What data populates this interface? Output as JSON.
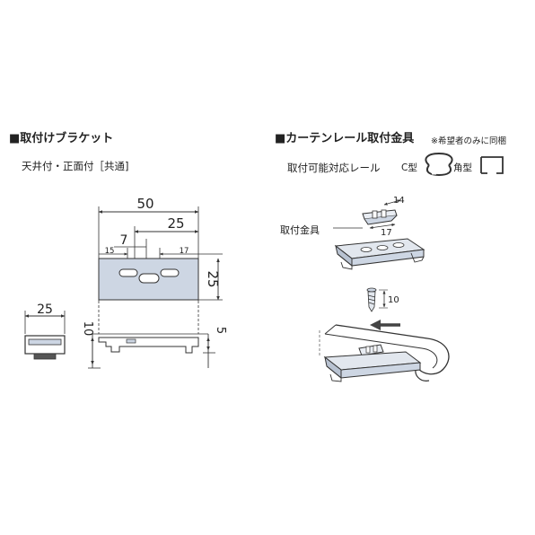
{
  "left": {
    "title": "■取付けブラケット",
    "subtitle": "天井付・正面付［共通]",
    "dims": {
      "overall_width": "50",
      "slot_span": "25",
      "left_offset": "7",
      "left_small": "15",
      "right_small": "17",
      "height": "25",
      "end_view_width": "25",
      "front_height": "10",
      "front_lip": "5"
    }
  },
  "right": {
    "title": "■カーテンレール取付金具",
    "title_note": "※希望者のみに同梱",
    "rail_types_label": "取付可能対応レール",
    "c_type_label": "C型",
    "square_type_label": "角型",
    "fitting_label": "取付金具",
    "dims": {
      "fitting_top": "14",
      "fitting_side": "17",
      "screw": "10"
    }
  },
  "colors": {
    "bracket_fill": "#cdd6e3",
    "line": "#333333",
    "arrow": "#444444"
  }
}
